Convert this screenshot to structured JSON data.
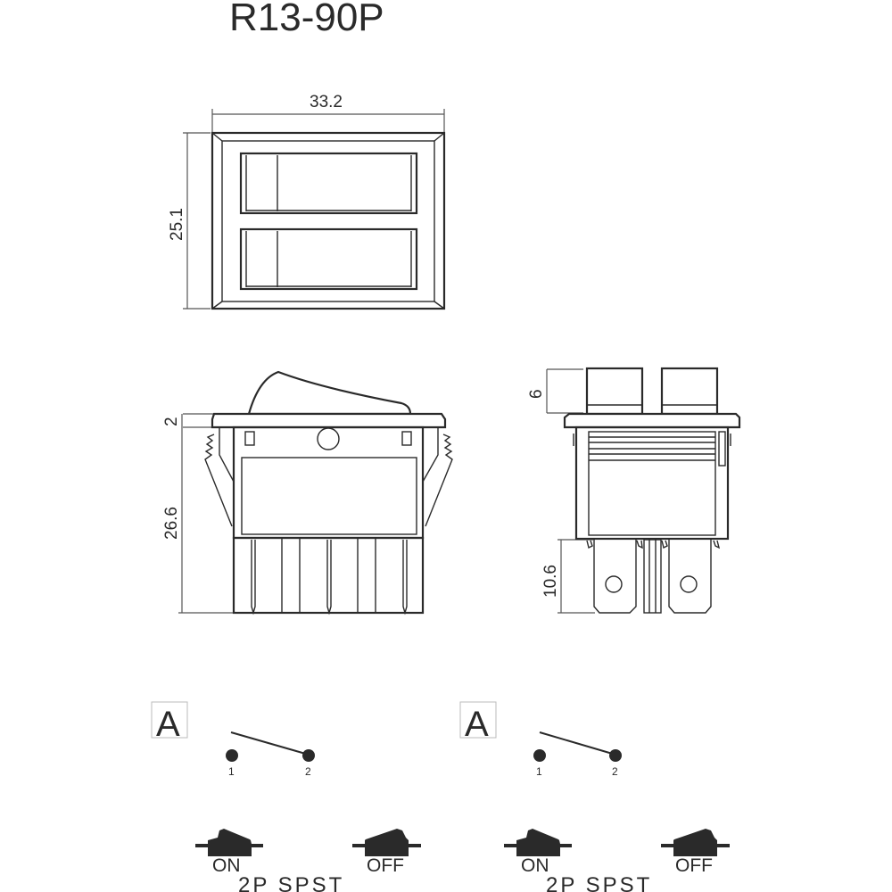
{
  "title": "R13-90P",
  "top_view": {
    "width_dim": "33.2",
    "height_dim": "25.1"
  },
  "side_view": {
    "flange_dim": "2",
    "body_height_dim": "26.6"
  },
  "end_view": {
    "rocker_height_dim": "6",
    "terminal_length_dim": "10.6"
  },
  "schematics": [
    {
      "variant_letter": "A",
      "pin_labels": [
        "1",
        "2"
      ],
      "states": [
        "ON",
        "OFF"
      ],
      "type_label": "2P SPST"
    },
    {
      "variant_letter": "A",
      "pin_labels": [
        "1",
        "2"
      ],
      "states": [
        "ON",
        "OFF"
      ],
      "type_label": "2P SPST"
    }
  ]
}
